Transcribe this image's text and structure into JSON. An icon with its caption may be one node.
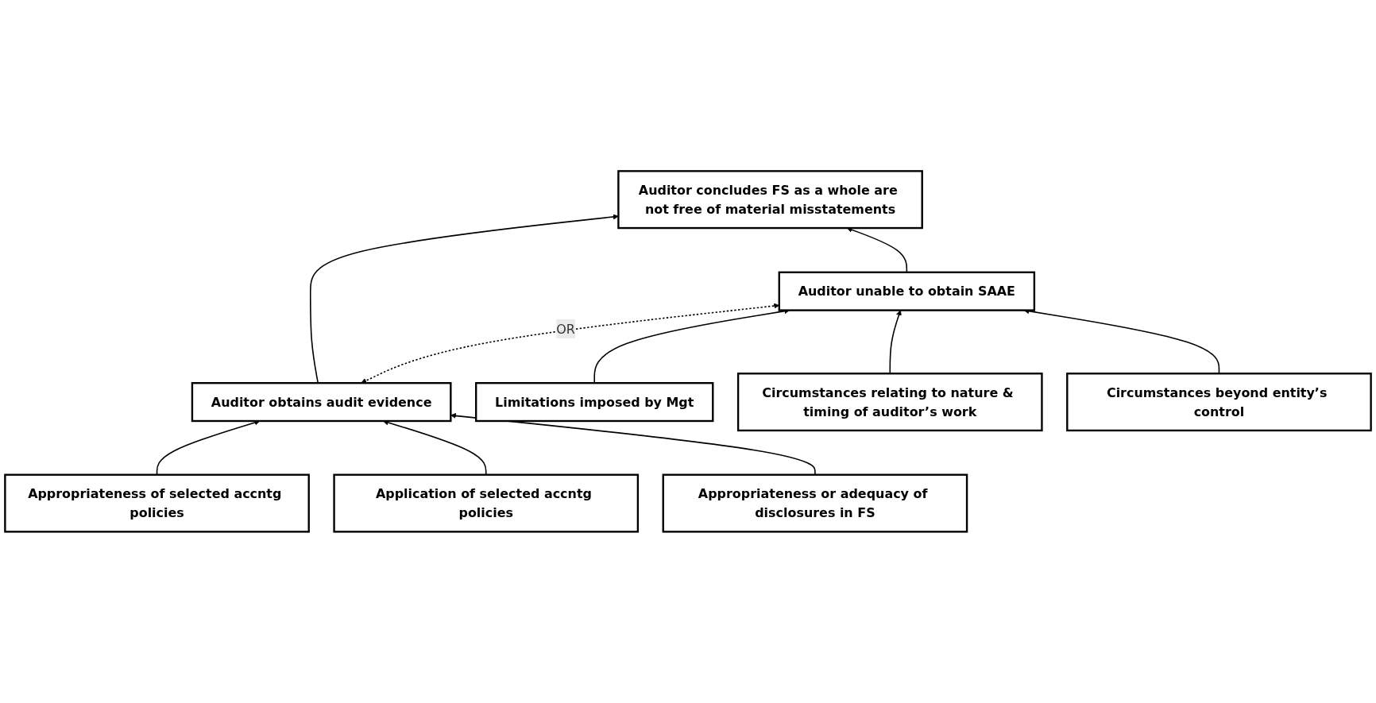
{
  "diagram": {
    "nodes": [
      {
        "text": [
          "Auditor concludes FS as a whole are not free of material misstatements"
        ]
      },
      {
        "text": [
          "Auditor obtains audit evidence"
        ]
      },
      {
        "text": [
          "Auditor unable to obtain SAAE"
        ]
      },
      {
        "text": [
          "Appropriateness of selected accntg policies"
        ]
      },
      {
        "text": [
          "Application of selected accntg policies"
        ]
      },
      {
        "text": [
          "Appropriateness or adequacy of disclosures in FS"
        ]
      },
      {
        "text": [
          "Limitations imposed by Mgt"
        ]
      },
      {
        "text": [
          "Circumstances beyond entity’s control"
        ]
      },
      {
        "text": [
          "Circumstances relating to nature & timing of auditor’s work"
        ]
      }
    ],
    "edges": [
      {
        "from": 1,
        "to": 0,
        "arrow": "to"
      },
      {
        "from": 2,
        "to": 0,
        "arrow": "to"
      },
      {
        "from": 1,
        "to": 2,
        "arrow": "both",
        "style": "dashed",
        "label": "OR"
      },
      {
        "from": 3,
        "to": 1,
        "arrow": "to"
      },
      {
        "from": 4,
        "to": 1,
        "arrow": "to"
      },
      {
        "from": 5,
        "to": 1,
        "arrow": "to"
      },
      {
        "from": 6,
        "to": 2,
        "arrow": "to"
      },
      {
        "from": 8,
        "to": 2,
        "arrow": "to"
      },
      {
        "from": 7,
        "to": 2,
        "arrow": "to"
      }
    ]
  }
}
